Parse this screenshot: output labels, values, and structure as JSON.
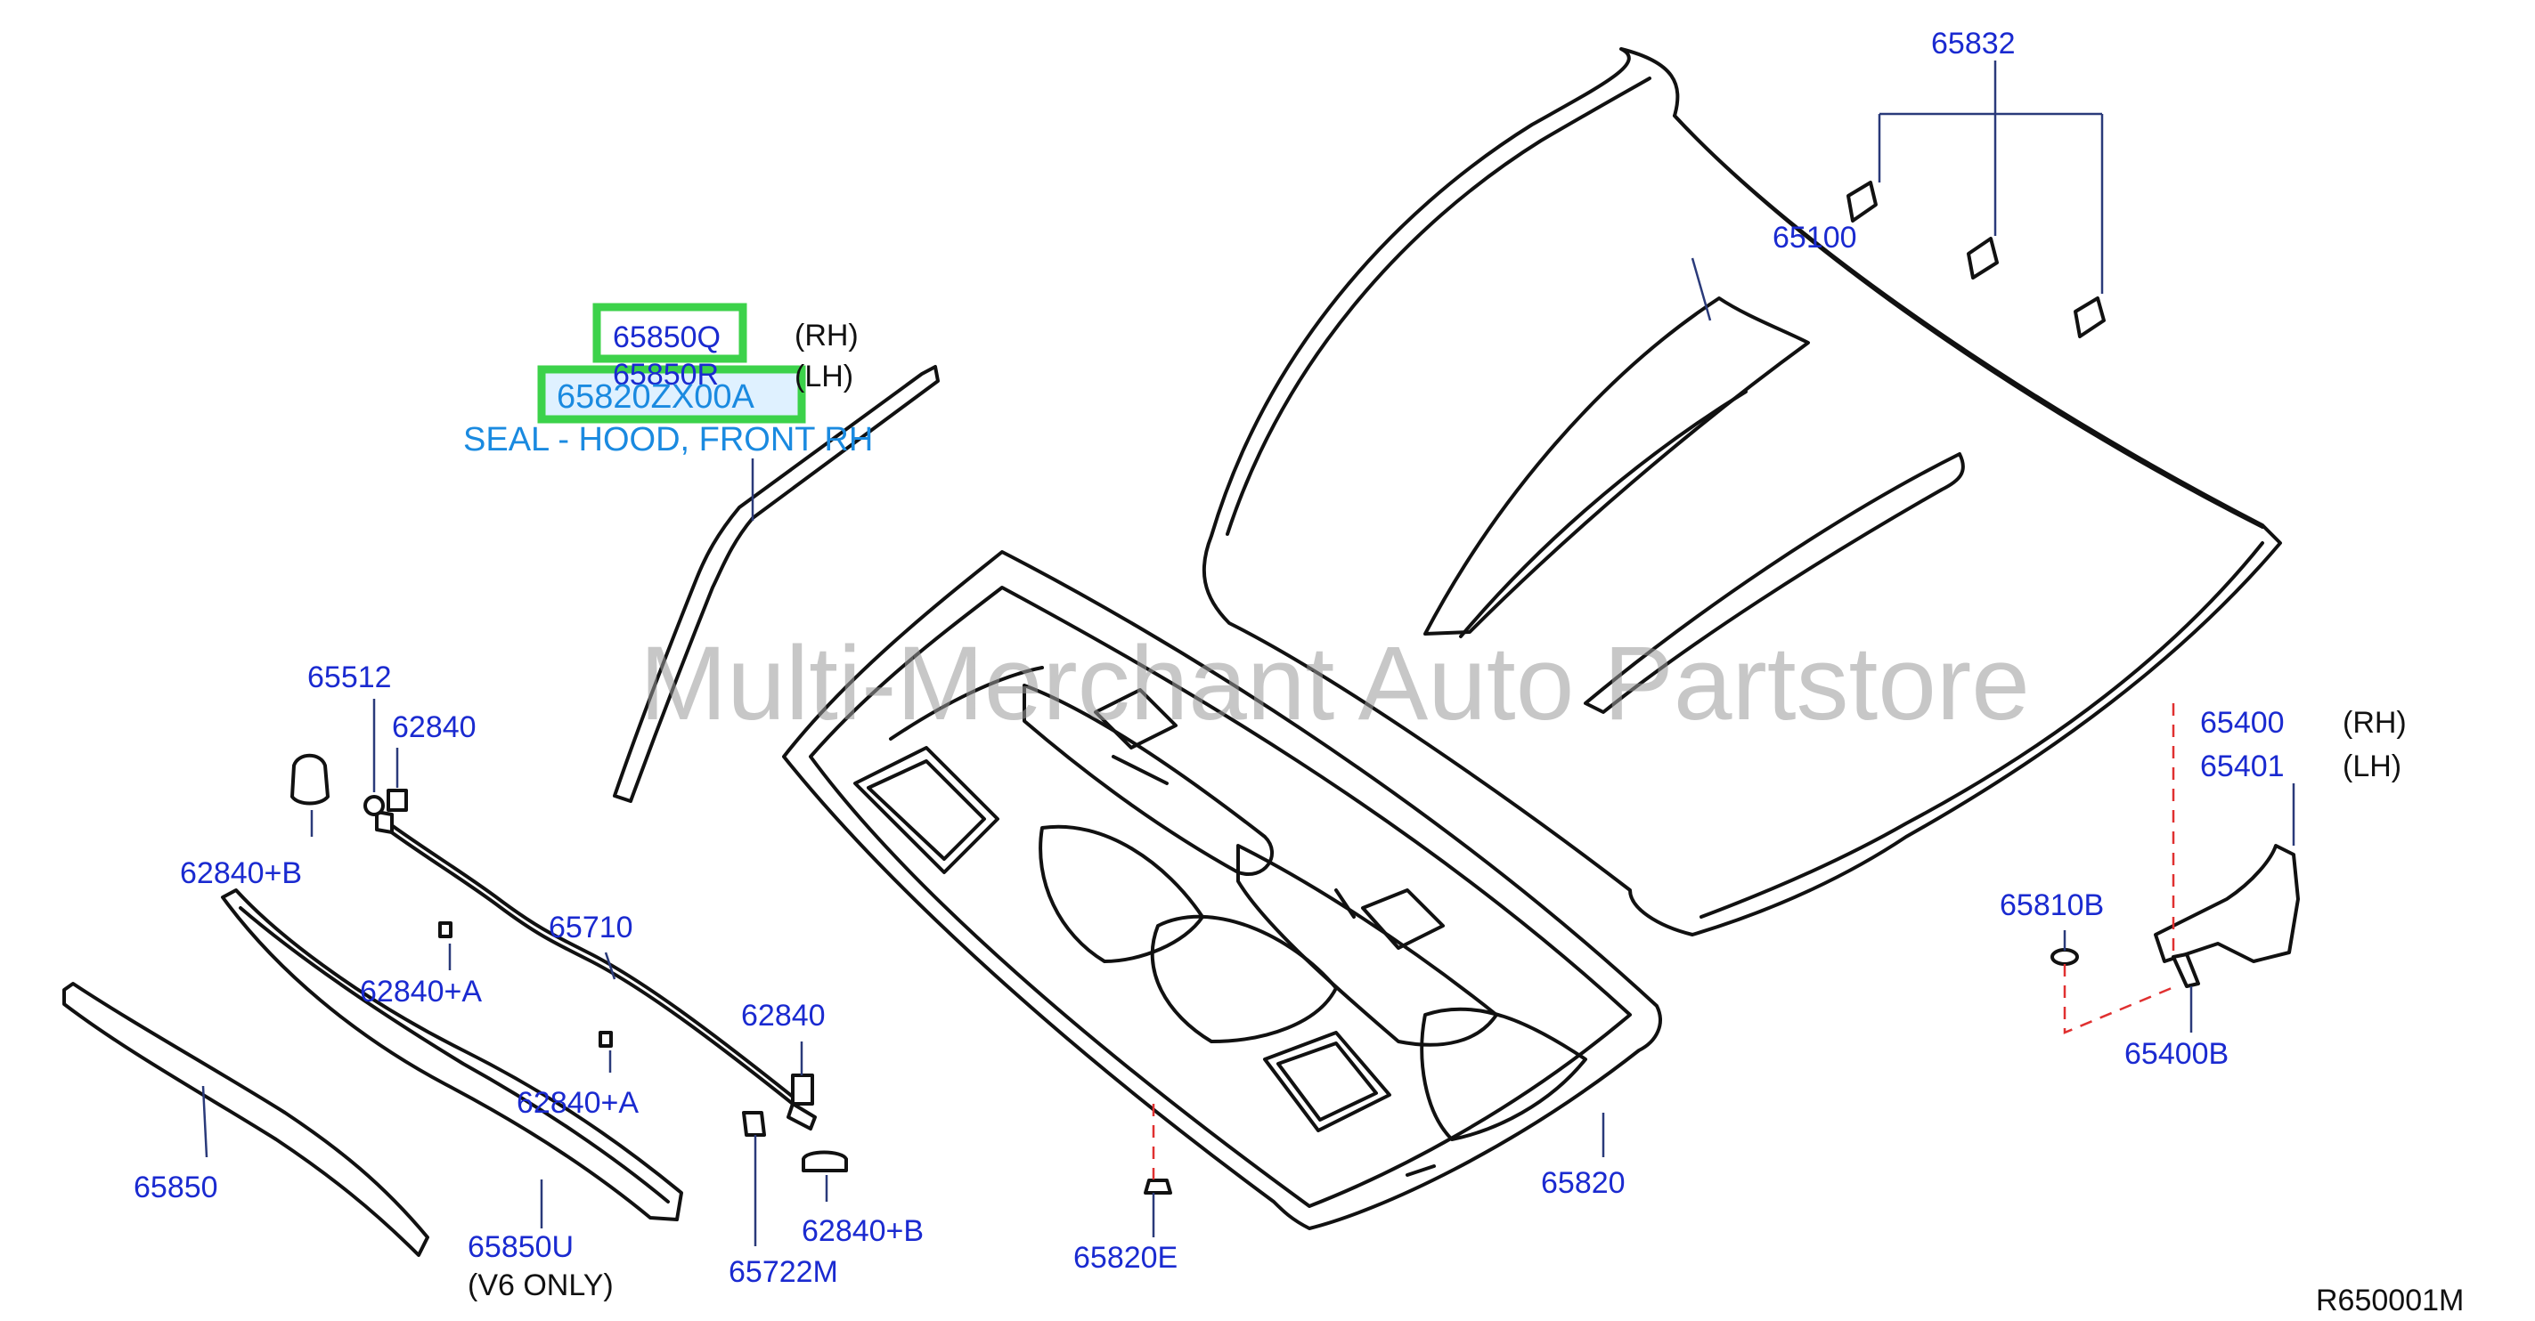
{
  "labels": {
    "p65832": "65832",
    "p65100": "65100",
    "p65850Q": "65850Q",
    "rh1": "(RH)",
    "p65850R": "65850R",
    "lh1": "(LH)",
    "p65820ZX00A": "65820ZX00A",
    "seal_desc": "SEAL - HOOD, FRONT RH",
    "p65512": "65512",
    "p62840_top": "62840",
    "p62840B_top": "62840+B",
    "p65710": "65710",
    "p62840A_1": "62840+A",
    "p62840A_2": "62840+A",
    "p62840_mid": "62840",
    "p65850": "65850",
    "p65850U": "65850U",
    "v6only": "(V6   ONLY)",
    "p65722M": "65722M",
    "p62840B_bot": "62840+B",
    "p65820E": "65820E",
    "p65820": "65820",
    "p65400": "65400",
    "rh2": "(RH)",
    "p65401": "65401",
    "lh2": "(LH)",
    "p65810B": "65810B",
    "p65400B": "65400B",
    "ref": "R650001M"
  },
  "watermark": "Multi-Merchant Auto Partstore",
  "colors": {
    "label_blue": "#1a2ad0",
    "highlight_green": "#3cd24a",
    "callout_blue": "#1a8ae0",
    "dash_red": "#e03030"
  }
}
